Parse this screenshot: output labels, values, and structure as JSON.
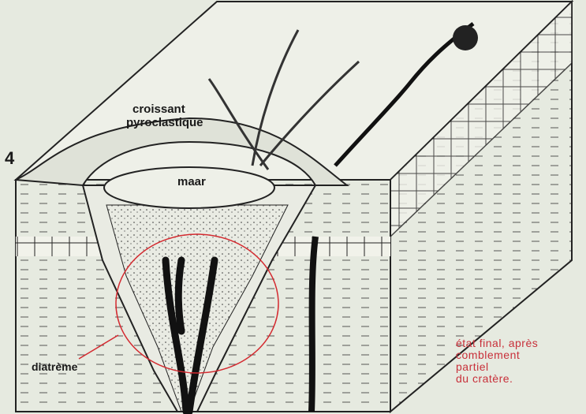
{
  "figure_number": "4",
  "labels": {
    "croissant_line1": "croissant",
    "croissant_line2": "pyroclastique",
    "maar": "maar",
    "diatreme": "diatrème"
  },
  "caption": {
    "line1": "état final, après",
    "line2": "comblement",
    "line3": "partiel",
    "line4": "du cratère."
  },
  "colors": {
    "ink": "#1a1a1a",
    "paper": "#e6eae0",
    "annotation_red": "#d42a30"
  }
}
